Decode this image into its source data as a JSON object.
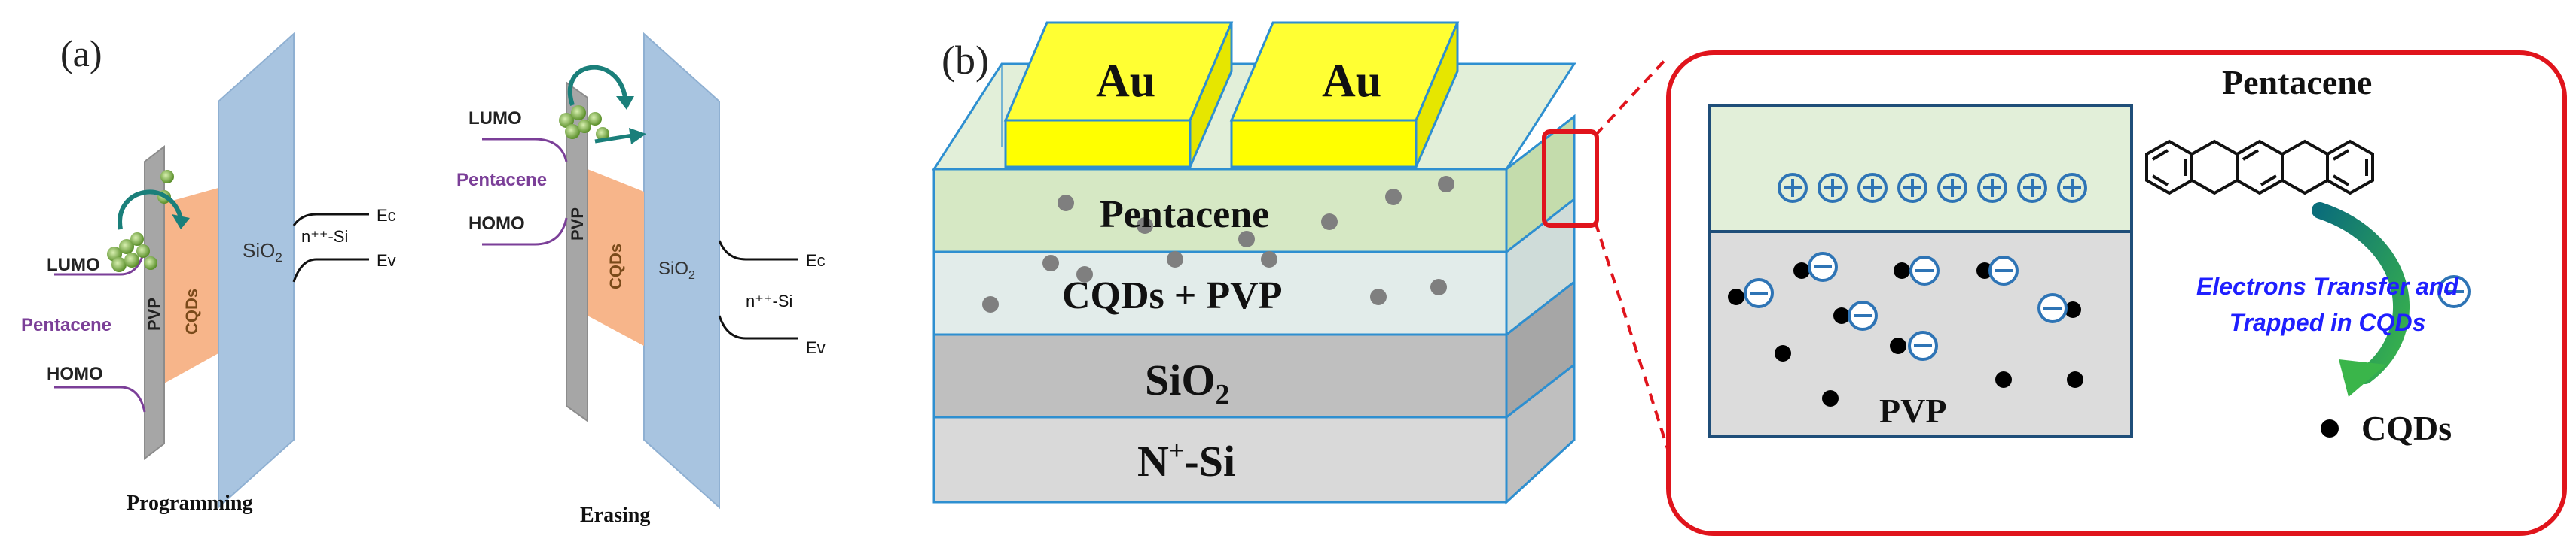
{
  "panel_a": {
    "label": "(a)",
    "programming": {
      "caption": "Programming",
      "lumo": "LUMO",
      "pentacene": "Pentacene",
      "homo": "HOMO",
      "pvp": "PVP",
      "cqds": "CQDs",
      "sio2": "SiO",
      "sio2_sub": "2",
      "ec": "Ec",
      "nsi": "n⁺⁺-Si",
      "ev": "Ev"
    },
    "erasing": {
      "caption": "Erasing",
      "lumo": "LUMO",
      "pentacene": "Pentacene",
      "homo": "HOMO",
      "pvp": "PVP",
      "cqds": "CQDs",
      "sio2": "SiO",
      "sio2_sub": "2",
      "ec": "Ec",
      "nsi": "n⁺⁺-Si",
      "ev": "Ev"
    }
  },
  "panel_b": {
    "label": "(b)",
    "electrodes": [
      "Au",
      "Au"
    ],
    "layers": {
      "pentacene": "Pentacene",
      "cqds_pvp": "CQDs + PVP",
      "sio2": "SiO",
      "sio2_sub": "2",
      "nsi_base": "N",
      "nsi_sup": "+",
      "nsi_rest": "-Si"
    },
    "zoom": {
      "title": "Pentacene",
      "pvp": "PVP",
      "transfer_line1": "Electrons Transfer and",
      "transfer_line2": "Trapped in CQDs",
      "legend": "CQDs",
      "plus_symbol": "⊕",
      "minus_symbol": "⊖"
    }
  },
  "colors": {
    "purple": "#7b3f98",
    "sio2_blue": "#a8c4e0",
    "pvp_gray": "#a6a6a6",
    "cqds_orange": "#f7b58a",
    "au_yellow": "#ffff00",
    "pentacene_green": "#e2efd9",
    "zoom_red": "#e0141c",
    "electron_blue": "#2e74b5",
    "transfer_text": "#1f1fff",
    "arrow_teal": "#1a7f7a"
  }
}
